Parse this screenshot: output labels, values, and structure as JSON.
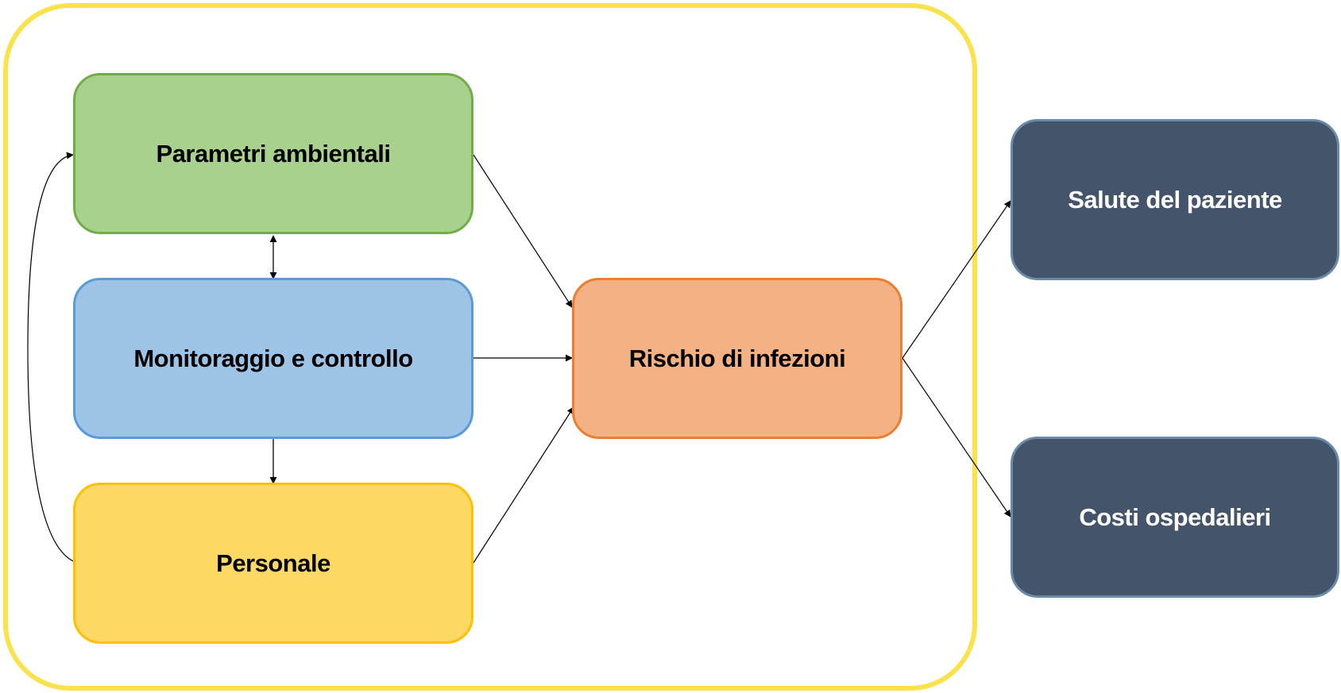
{
  "diagram": {
    "container": {
      "label": "",
      "border_color": "#FBE14A"
    },
    "nodes": [
      {
        "id": "parametri",
        "label": "Parametri ambientali",
        "fill": "#A9D18E",
        "border": "#70AD47",
        "text_color": "#000000"
      },
      {
        "id": "monitoraggio",
        "label": "Monitoraggio e controllo",
        "fill": "#9DC3E6",
        "border": "#5B9BD5",
        "text_color": "#000000"
      },
      {
        "id": "personale",
        "label": "Personale",
        "fill": "#FDD865",
        "border": "#FFC000",
        "text_color": "#000000"
      },
      {
        "id": "rischio",
        "label": "Rischio di infezioni",
        "fill": "#F4B183",
        "border": "#ED7D31",
        "text_color": "#000000"
      },
      {
        "id": "salute",
        "label": "Salute del paziente",
        "fill": "#44546A",
        "border": "#6A8BA8",
        "text_color": "#FFFFFF"
      },
      {
        "id": "costi",
        "label": "Costi ospedalieri",
        "fill": "#44546A",
        "border": "#6A8BA8",
        "text_color": "#FFFFFF"
      }
    ],
    "edges": [
      {
        "from": "parametri",
        "to": "monitoraggio",
        "type": "bidirectional"
      },
      {
        "from": "monitoraggio",
        "to": "personale",
        "type": "directed"
      },
      {
        "from": "personale",
        "to": "parametri",
        "type": "directed-curved"
      },
      {
        "from": "parametri",
        "to": "rischio",
        "type": "directed"
      },
      {
        "from": "monitoraggio",
        "to": "rischio",
        "type": "directed"
      },
      {
        "from": "personale",
        "to": "rischio",
        "type": "directed"
      },
      {
        "from": "rischio",
        "to": "salute",
        "type": "directed"
      },
      {
        "from": "rischio",
        "to": "costi",
        "type": "directed"
      }
    ]
  }
}
